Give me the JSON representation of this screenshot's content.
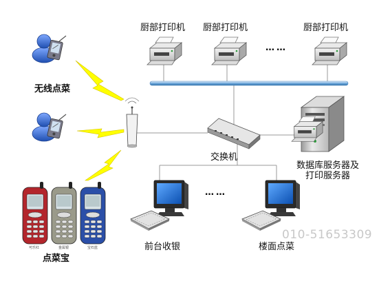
{
  "labels": {
    "printer_1": "厨部打印机",
    "printer_2": "厨部打印机",
    "printer_3": "厨部打印机",
    "wireless_ordering": "无线点菜",
    "switch": "交换机",
    "server_line1": "数据库服务器及",
    "server_line2": "打印服务器",
    "front_desk": "前台收银",
    "floor_ordering": "楼面点菜",
    "ordering_device": "点菜宝"
  },
  "ellipsis_printers": "……",
  "ellipsis_pcs": "……",
  "phone_captions": [
    "可乐红",
    "金属银",
    "宝石蓝"
  ],
  "watermark": "010-51653309",
  "colors": {
    "bus": "#6fa8dc",
    "lightning": "#ffff00",
    "phone_red": "#b3262c",
    "phone_silver": "#9a9a8a",
    "phone_blue": "#2b4fa8",
    "person_blue": "#3a6fd0",
    "monitor_screen": "#1f6fd6"
  }
}
